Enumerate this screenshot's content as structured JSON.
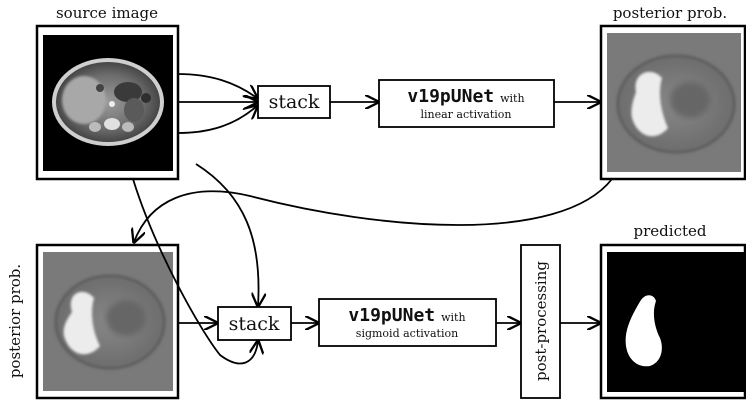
{
  "labels": {
    "source_image": "source image",
    "posterior_top": "posterior prob.",
    "predicted": "predicted",
    "posterior_left": "posterior prob."
  },
  "stack_top": "stack",
  "stack_bottom": "stack",
  "net_top": {
    "name": "v19pUNet",
    "with": "with",
    "activation": "linear activation"
  },
  "net_bottom": {
    "name": "v19pUNet",
    "with": "with",
    "activation": "sigmoid activation"
  },
  "post_processing": "post-processing",
  "colors": {
    "line": "#000000",
    "image_bg": "#000000",
    "posterior_bg": "#7a7a7a",
    "mask": "#ffffff"
  }
}
